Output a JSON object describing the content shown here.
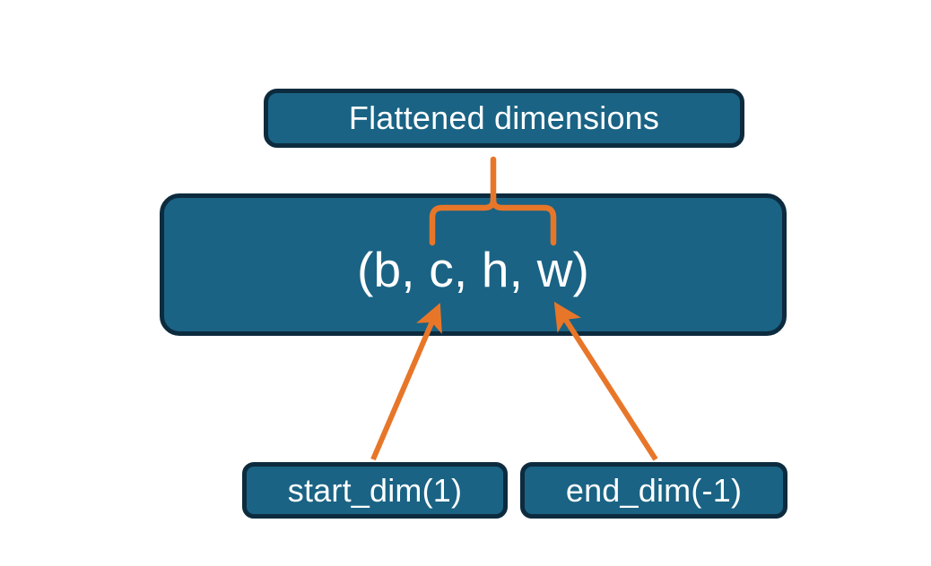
{
  "diagram": {
    "title_box": {
      "label": "Flattened dimensions"
    },
    "shape_box": {
      "label": "(b, c, h, w)",
      "dims": [
        "b",
        "c",
        "h",
        "w"
      ]
    },
    "argument_boxes": [
      {
        "label": "start_dim(1)",
        "name": "start_dim",
        "value": "1"
      },
      {
        "label": "end_dim(-1)",
        "name": "end_dim",
        "value": "-1"
      }
    ],
    "connectors": {
      "brace": {
        "name": "flattened-range-brace",
        "covers": [
          "c",
          "h",
          "w"
        ],
        "points_to": "Flattened dimensions"
      },
      "arrows": [
        {
          "name": "start-dim-arrow",
          "from": "start_dim(1)",
          "to": "c"
        },
        {
          "name": "end-dim-arrow",
          "from": "end_dim(-1)",
          "to": "w"
        }
      ]
    },
    "colors": {
      "box_fill": "#1a6384",
      "box_border": "#0d2b3e",
      "box_text": "#ffffff",
      "accent": "#e87629",
      "background": "#ffffff"
    }
  }
}
